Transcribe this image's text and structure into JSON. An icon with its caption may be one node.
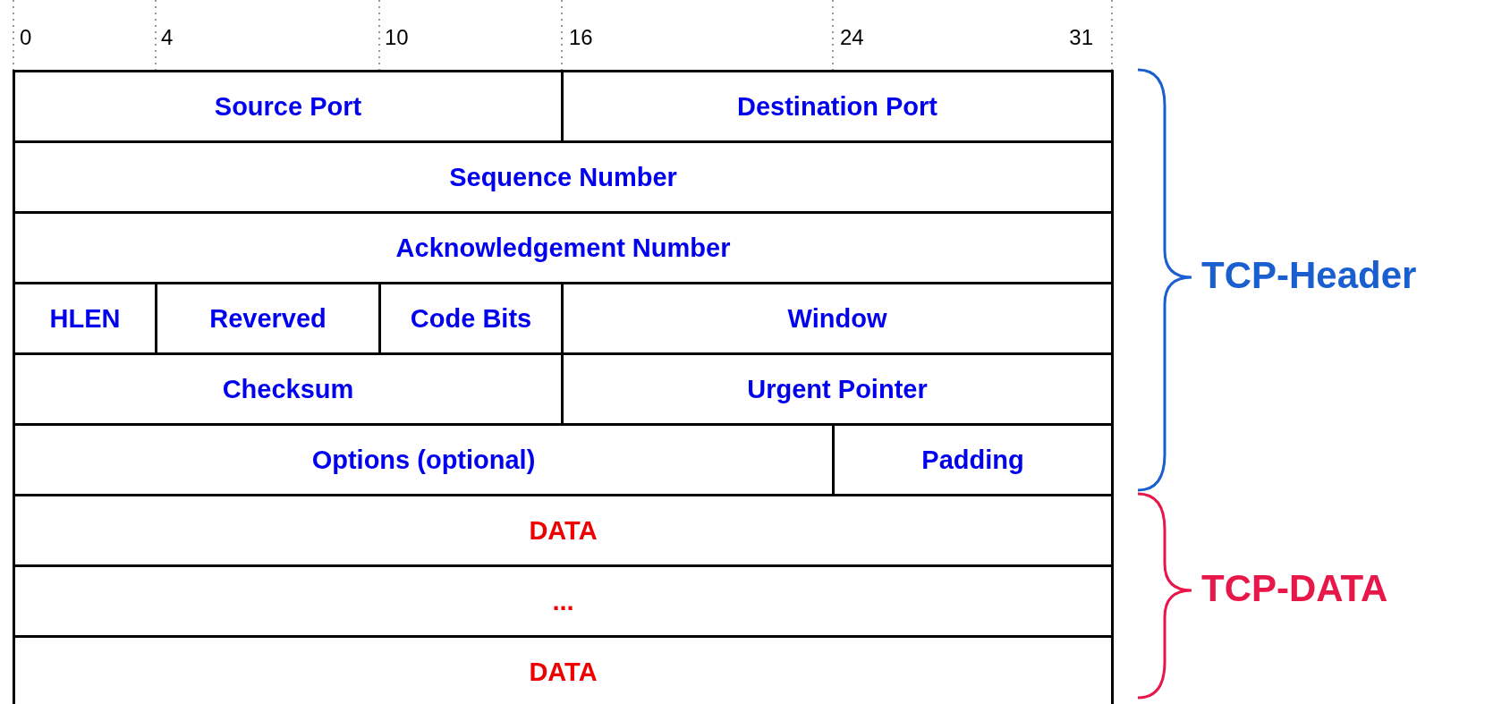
{
  "diagram": {
    "nodes": [
      {
        "text": [
          "Source Port"
        ]
      },
      {
        "text": [
          "Destination Port"
        ]
      },
      {
        "text": [
          "Sequence Number"
        ]
      },
      {
        "text": [
          "Acknowledgement Number"
        ]
      },
      {
        "text": [
          "HLEN"
        ]
      },
      {
        "text": [
          "Reverved"
        ]
      },
      {
        "text": [
          "Code Bits"
        ]
      },
      {
        "text": [
          "Window"
        ]
      },
      {
        "text": [
          "Checksum"
        ]
      },
      {
        "text": [
          "Urgent Pointer"
        ]
      },
      {
        "text": [
          "Options (optional)"
        ]
      },
      {
        "text": [
          "Padding"
        ]
      },
      {
        "text": [
          "DATA"
        ]
      },
      {
        "text": [
          "..."
        ]
      },
      {
        "text": [
          "DATA"
        ]
      }
    ],
    "edges": [],
    "labels": [
      "0",
      "4",
      "10",
      "16",
      "24",
      "31",
      "TCP-Header",
      "TCP-DATA"
    ]
  }
}
